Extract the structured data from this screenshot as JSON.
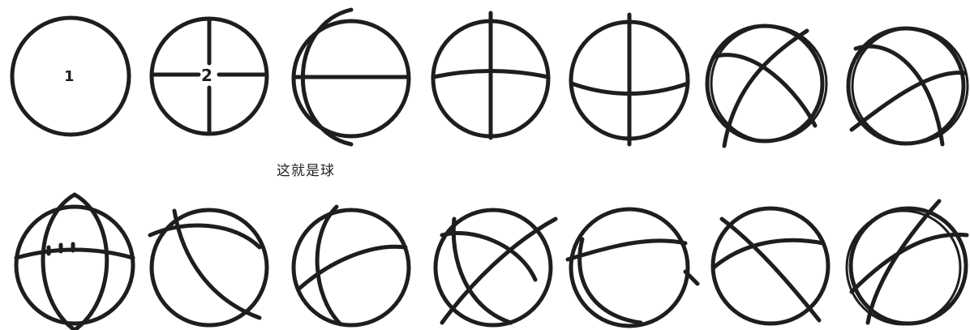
{
  "caption": "这就是球",
  "sphere_labels": {
    "first": "1",
    "second": "2"
  },
  "colors": {
    "ink": "#1e1e1e",
    "background": "#ffffff"
  }
}
